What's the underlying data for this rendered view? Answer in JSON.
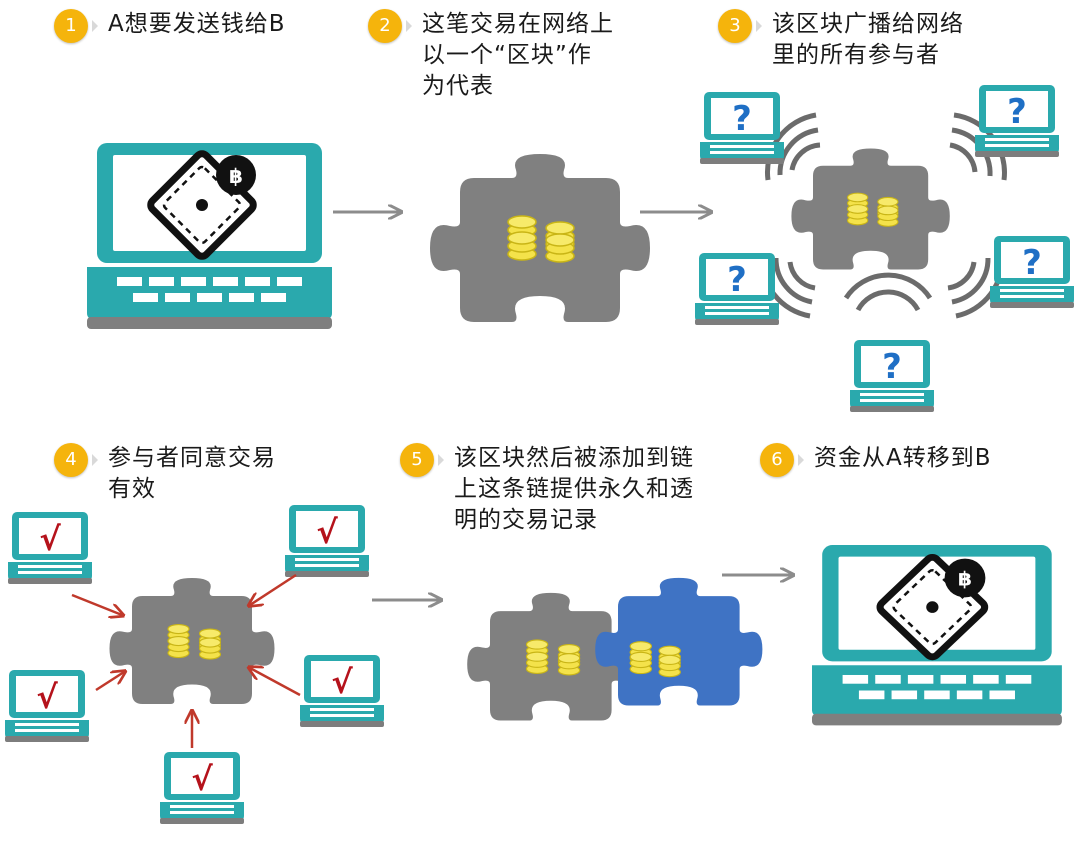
{
  "steps": [
    {
      "num": "1",
      "text": "A想要发送钱给B"
    },
    {
      "num": "2",
      "text": "这笔交易在网络上\n以一个“区块”作\n为代表"
    },
    {
      "num": "3",
      "text": "该区块广播给网络\n里的所有参与者"
    },
    {
      "num": "4",
      "text": "参与者同意交易\n有效"
    },
    {
      "num": "5",
      "text": "该区块然后被添加到链\n上这条链提供永久和透\n明的交易记录"
    },
    {
      "num": "6",
      "text": "资金从A转移到B"
    }
  ],
  "icons": {
    "question_mark": "?",
    "check_mark": "√",
    "bitcoin_symbol": "฿"
  },
  "colors": {
    "badge": "#f5b40c",
    "laptop": "#2aa9ad",
    "puzzle_gray": "#808080",
    "puzzle_blue": "#3f73c4",
    "coin": "#f4e24a",
    "arrow_gray": "#8c8c8c",
    "arrow_red": "#c0392b",
    "check_red": "#b5121b",
    "question_blue": "#1f6fc5"
  }
}
